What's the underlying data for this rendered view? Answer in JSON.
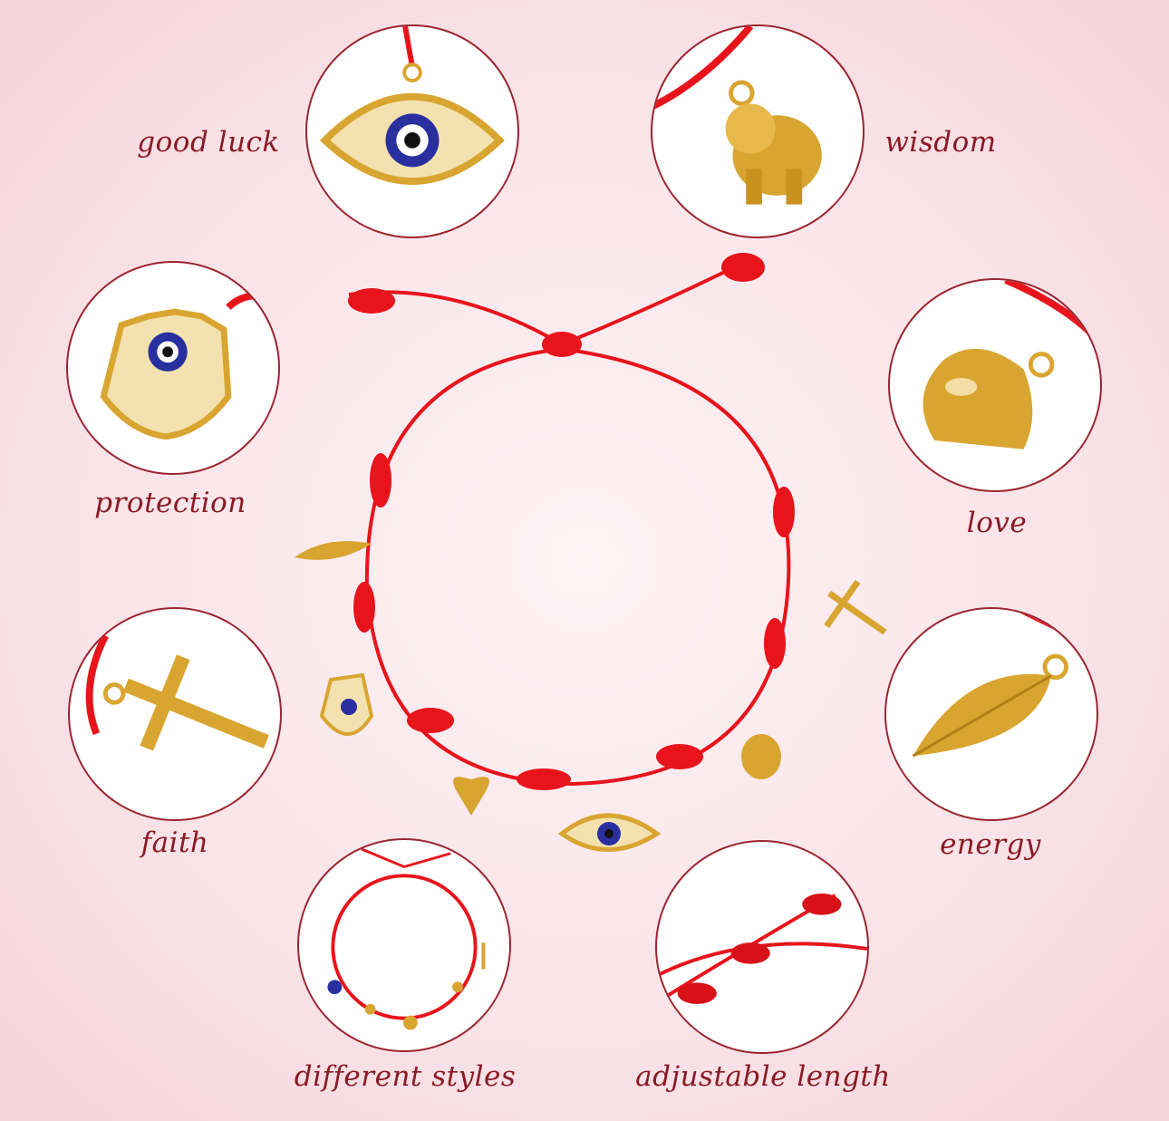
{
  "features": [
    {
      "id": "good-luck",
      "label": "good luck",
      "icon": "evil-eye-charm"
    },
    {
      "id": "wisdom",
      "label": "wisdom",
      "icon": "elephant-charm"
    },
    {
      "id": "protection",
      "label": "protection",
      "icon": "hamsa-hand-charm"
    },
    {
      "id": "love",
      "label": "love",
      "icon": "heart-charm"
    },
    {
      "id": "faith",
      "label": "faith",
      "icon": "cross-charm"
    },
    {
      "id": "energy",
      "label": "energy",
      "icon": "leaf-charm"
    },
    {
      "id": "styles",
      "label": "different styles",
      "icon": "bracelet-thumbnail"
    },
    {
      "id": "length",
      "label": "adjustable length",
      "icon": "knot-cord"
    }
  ],
  "colors": {
    "cord": "#e8141c",
    "gold": "#d9a531",
    "text": "#8a1a24",
    "border": "#9b2530"
  }
}
